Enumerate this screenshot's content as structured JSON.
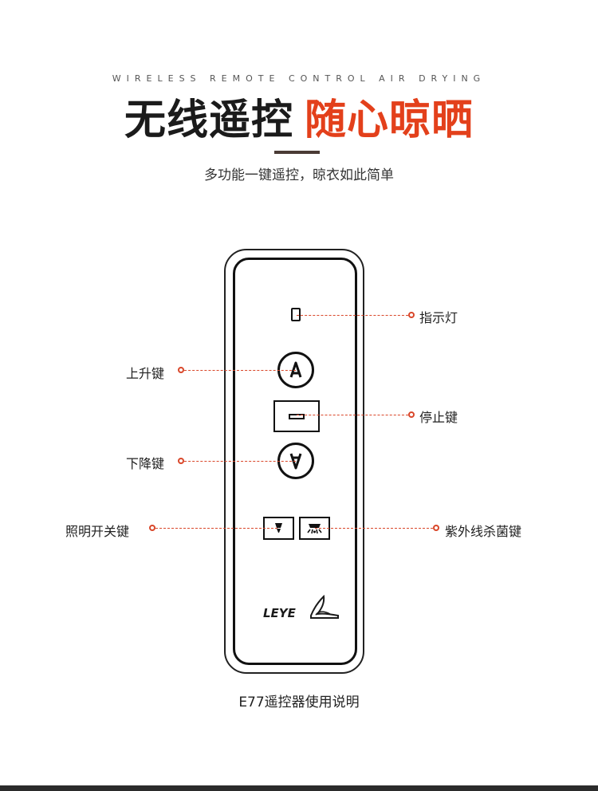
{
  "header": {
    "subtitle_en": "WIRELESS REMOTE CONTROL AIR DRYING",
    "headline_black": "无线遥控",
    "headline_red": "随心晾晒",
    "tagline": "多功能一键遥控，晾衣如此简单"
  },
  "remote": {
    "brand_logo": "LEYE",
    "callouts": {
      "indicator": "指示灯",
      "up": "上升键",
      "stop": "停止键",
      "down": "下降键",
      "light": "照明开关键",
      "uv": "紫外线杀菌键"
    }
  },
  "caption": "E77遥控器使用说明",
  "colors": {
    "accent": "#e3401b",
    "dark": "#1b1b1b",
    "callout": "#d9472a"
  },
  "icons": [
    "up-arrow-icon",
    "down-arrow-icon",
    "stop-icon",
    "lamp-icon",
    "uv-sterilize-icon"
  ]
}
